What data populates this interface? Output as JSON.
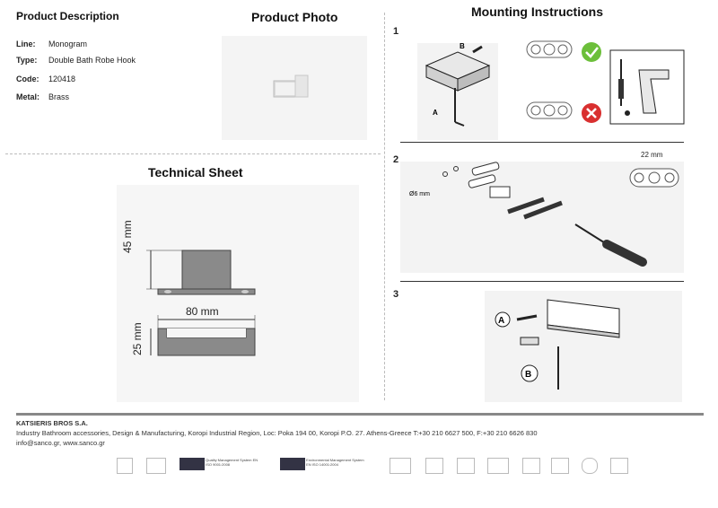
{
  "sections": {
    "product_description": "Product Description",
    "product_photo": "Product Photo",
    "technical_sheet": "Technical Sheet",
    "mounting_instructions": "Mounting Instructions"
  },
  "specs": [
    {
      "key": "Line:",
      "value": "Monogram"
    },
    {
      "key": "Type:",
      "value": "Double Bath Robe Hook"
    },
    {
      "key": "Code:",
      "value": "120418"
    },
    {
      "key": "Metal:",
      "value": "Brass"
    }
  ],
  "tech": {
    "height": "45 mm",
    "width": "80 mm",
    "depth": "25 mm"
  },
  "steps": {
    "s1": "1",
    "s2": "2",
    "s3": "3",
    "label_a": "A",
    "label_b": "B",
    "drill_label": "Ø6 mm",
    "spacing": "22 mm"
  },
  "footer": {
    "company": "KATSIERIS BROS S.A.",
    "line1": "Industry Bathroom accessories, Design & Manufacturing, Koropi Industrial Region, Loc: Poka 194 00, Koropi P.O. 27. Athens-Greece   T:+30 210 6627 500, F:+30 210 6626 830",
    "line2": "info@sanco.gr, www.sanco.gr"
  },
  "cert_badges": {
    "iso9001": "Quality Management System EN ISO 9001:2008",
    "iso14001": "Environmental Management System EN ISO 14001:2004"
  },
  "colors": {
    "ok": "#6cbf3a",
    "bad": "#d93030",
    "footer_bar": "#888888"
  }
}
